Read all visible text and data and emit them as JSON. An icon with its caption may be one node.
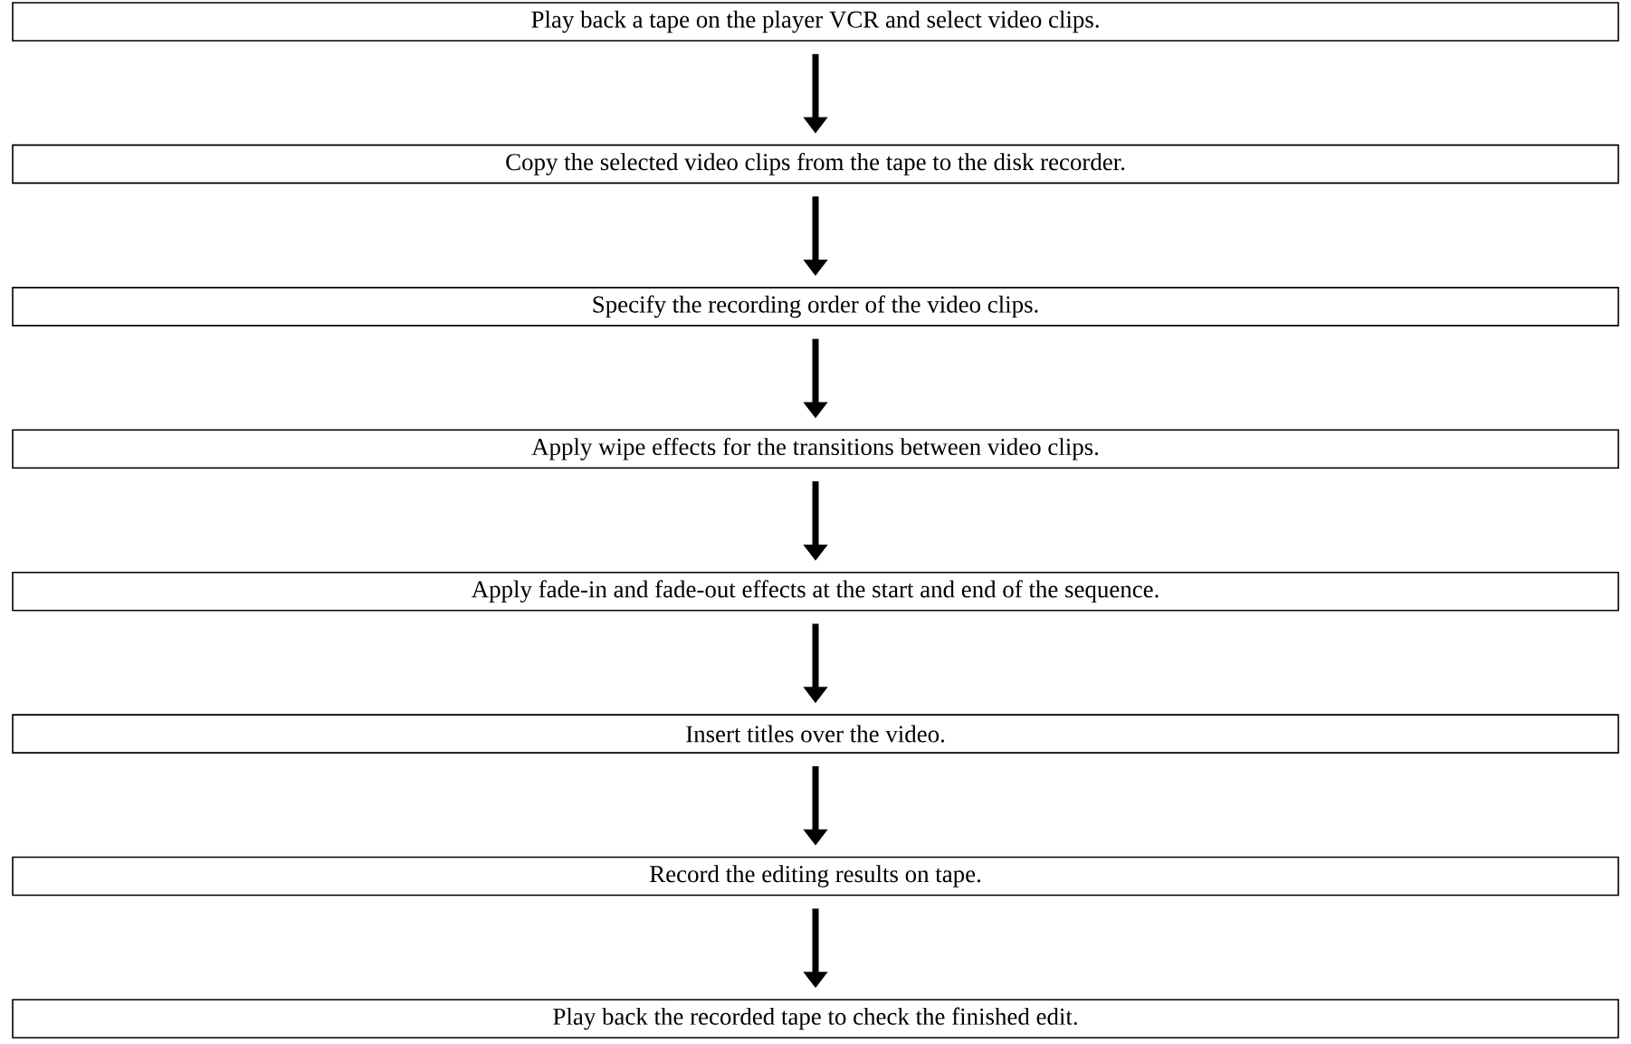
{
  "diagram": {
    "nodes": [
      {
        "text": [
          "Play back a tape on the player VCR and select video clips."
        ]
      },
      {
        "text": [
          "Copy the selected video clips from the tape to the disk recorder."
        ]
      },
      {
        "text": [
          "Specify the recording order of the video clips."
        ]
      },
      {
        "text": [
          "Apply wipe effects for the transitions between video clips."
        ]
      },
      {
        "text": [
          "Apply fade-in and fade-out effects at the start and end of the sequence."
        ]
      },
      {
        "text": [
          "Insert titles over the video."
        ]
      },
      {
        "text": [
          "Record the editing results on tape."
        ]
      },
      {
        "text": [
          "Play back the recorded tape to check the finished edit."
        ]
      }
    ],
    "edges": [
      {
        "from": 0,
        "to": 1,
        "arrow": "to"
      },
      {
        "from": 1,
        "to": 2,
        "arrow": "to"
      },
      {
        "from": 2,
        "to": 3,
        "arrow": "to"
      },
      {
        "from": 3,
        "to": 4,
        "arrow": "to"
      },
      {
        "from": 4,
        "to": 5,
        "arrow": "to"
      },
      {
        "from": 5,
        "to": 6,
        "arrow": "to"
      },
      {
        "from": 6,
        "to": 7,
        "arrow": "to"
      }
    ]
  }
}
